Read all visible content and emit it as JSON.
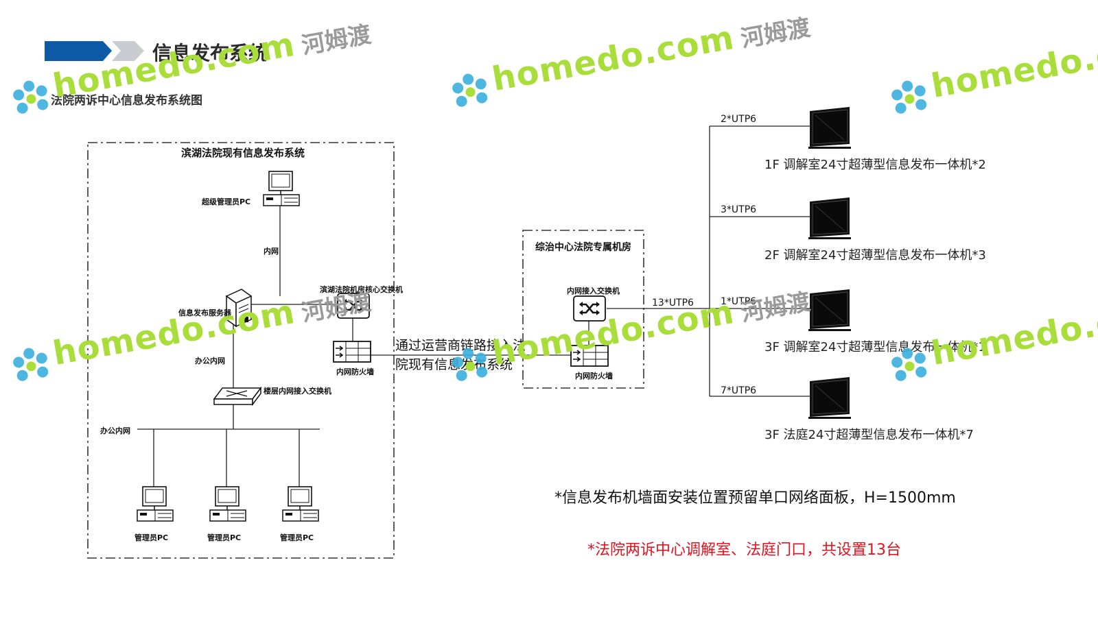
{
  "header": {
    "title": "信息发布系统",
    "subtitle": "法院两诉中心信息发布系统图"
  },
  "left_box": {
    "title": "滨湖法院现有信息发布系统",
    "super_admin_pc": "超级管理员PC",
    "intranet": "内网",
    "server": "信息发布服务器",
    "core_switch": "滨湖法院机房核心交换机",
    "firewall": "内网防火墙",
    "office_intranet_1": "办公内网",
    "floor_switch": "楼层内网接入交换机",
    "office_intranet_2": "办公内网",
    "admin_pcs": [
      "管理员PC",
      "管理员PC",
      "管理员PC"
    ]
  },
  "link_text": "通过运营商链路接入法院现有信息发布系统",
  "right_box": {
    "title": "综治中心法院专属机房",
    "access_switch": "内网接入交换机",
    "firewall": "内网防火墙"
  },
  "trunk_cable": "13*UTP6",
  "screens": [
    {
      "cable": "2*UTP6",
      "label": "1F 调解室24寸超薄型信息发布一体机*2"
    },
    {
      "cable": "3*UTP6",
      "label": "2F 调解室24寸超薄型信息发布一体机*3"
    },
    {
      "cable": "1*UTP6",
      "label": "3F 调解室24寸超薄型信息发布一体机*1"
    },
    {
      "cable": "7*UTP6",
      "label": "3F 法庭24寸超薄型信息发布一体机*7"
    }
  ],
  "notes": {
    "install": "*信息发布机墙面安装位置预留单口网络面板，H=1500mm",
    "count": "*法院两诉中心调解室、法庭门口，共设置13台"
  },
  "watermark": {
    "latin": "homedo.com",
    "cn": "河姆渡"
  },
  "colors": {
    "banner_blue": "#0d5aa7",
    "watermark_green": "#a8dd3a",
    "watermark_blue": "#3aaede",
    "note_red": "#e0141e"
  }
}
